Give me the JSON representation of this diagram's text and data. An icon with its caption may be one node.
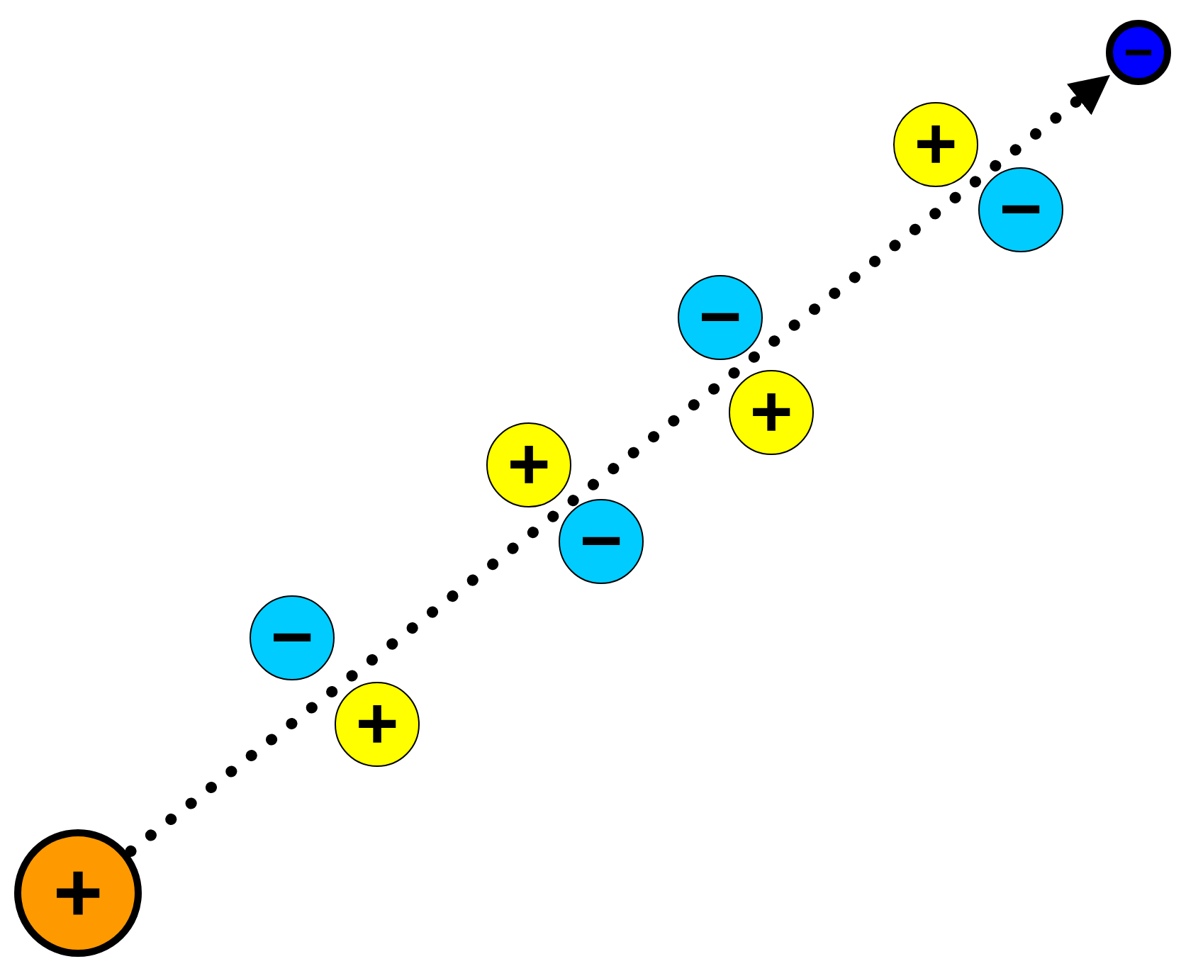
{
  "diagram": {
    "nodes": [
      {
        "text": [
          "−"
        ]
      },
      {
        "text": [
          "+"
        ]
      },
      {
        "text": [
          "−"
        ]
      },
      {
        "text": [
          "−"
        ]
      },
      {
        "text": [
          "+"
        ]
      },
      {
        "text": [
          "+"
        ]
      },
      {
        "text": [
          "−"
        ]
      },
      {
        "text": [
          "−"
        ]
      },
      {
        "text": [
          "+"
        ]
      },
      {
        "text": [
          "+"
        ]
      }
    ],
    "edges": [
      {
        "from": 9,
        "to": 0,
        "arrow": "to",
        "style": "dashed"
      }
    ]
  }
}
